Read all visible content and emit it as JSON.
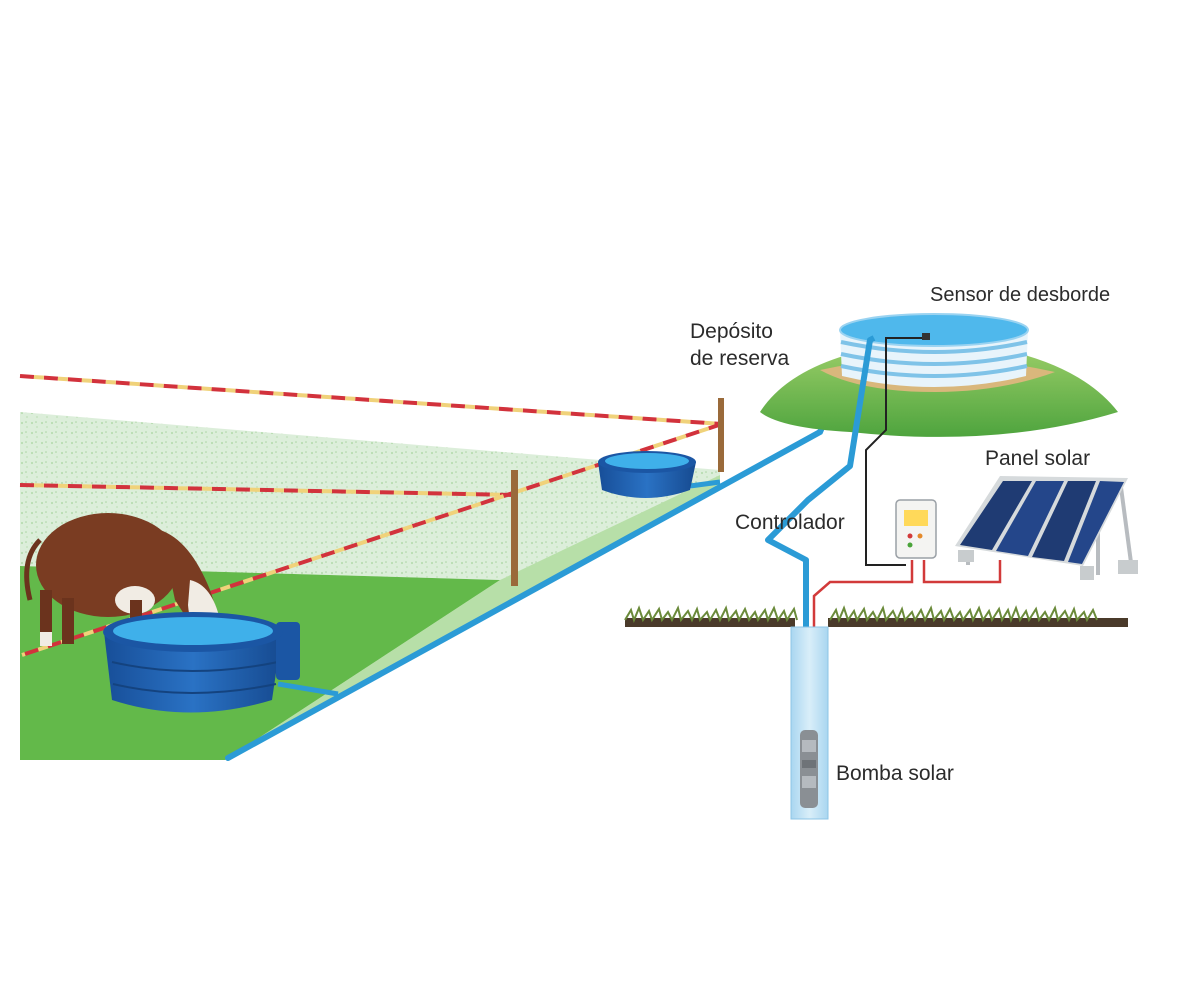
{
  "labels": {
    "sensor": "Sensor de desborde",
    "deposito_line1": "Depósito",
    "deposito_line2": "de reserva",
    "panel": "Panel solar",
    "controlador": "Controlador",
    "bomba": "Bomba solar"
  },
  "colors": {
    "grass": "#63b94a",
    "grass_light": "#d6ead0",
    "water_pipe": "#2b9bd6",
    "tank_blue": "#1e5fb0",
    "water_surface": "#3fb0ea",
    "fence_red": "#d2323c",
    "fence_yellow": "#f0d27a",
    "wire_red": "#d23a3a",
    "wire_black": "#222222",
    "solar_panel": "#1f3b73",
    "well": "#bfe0f4",
    "soil": "#4a3a2a"
  }
}
